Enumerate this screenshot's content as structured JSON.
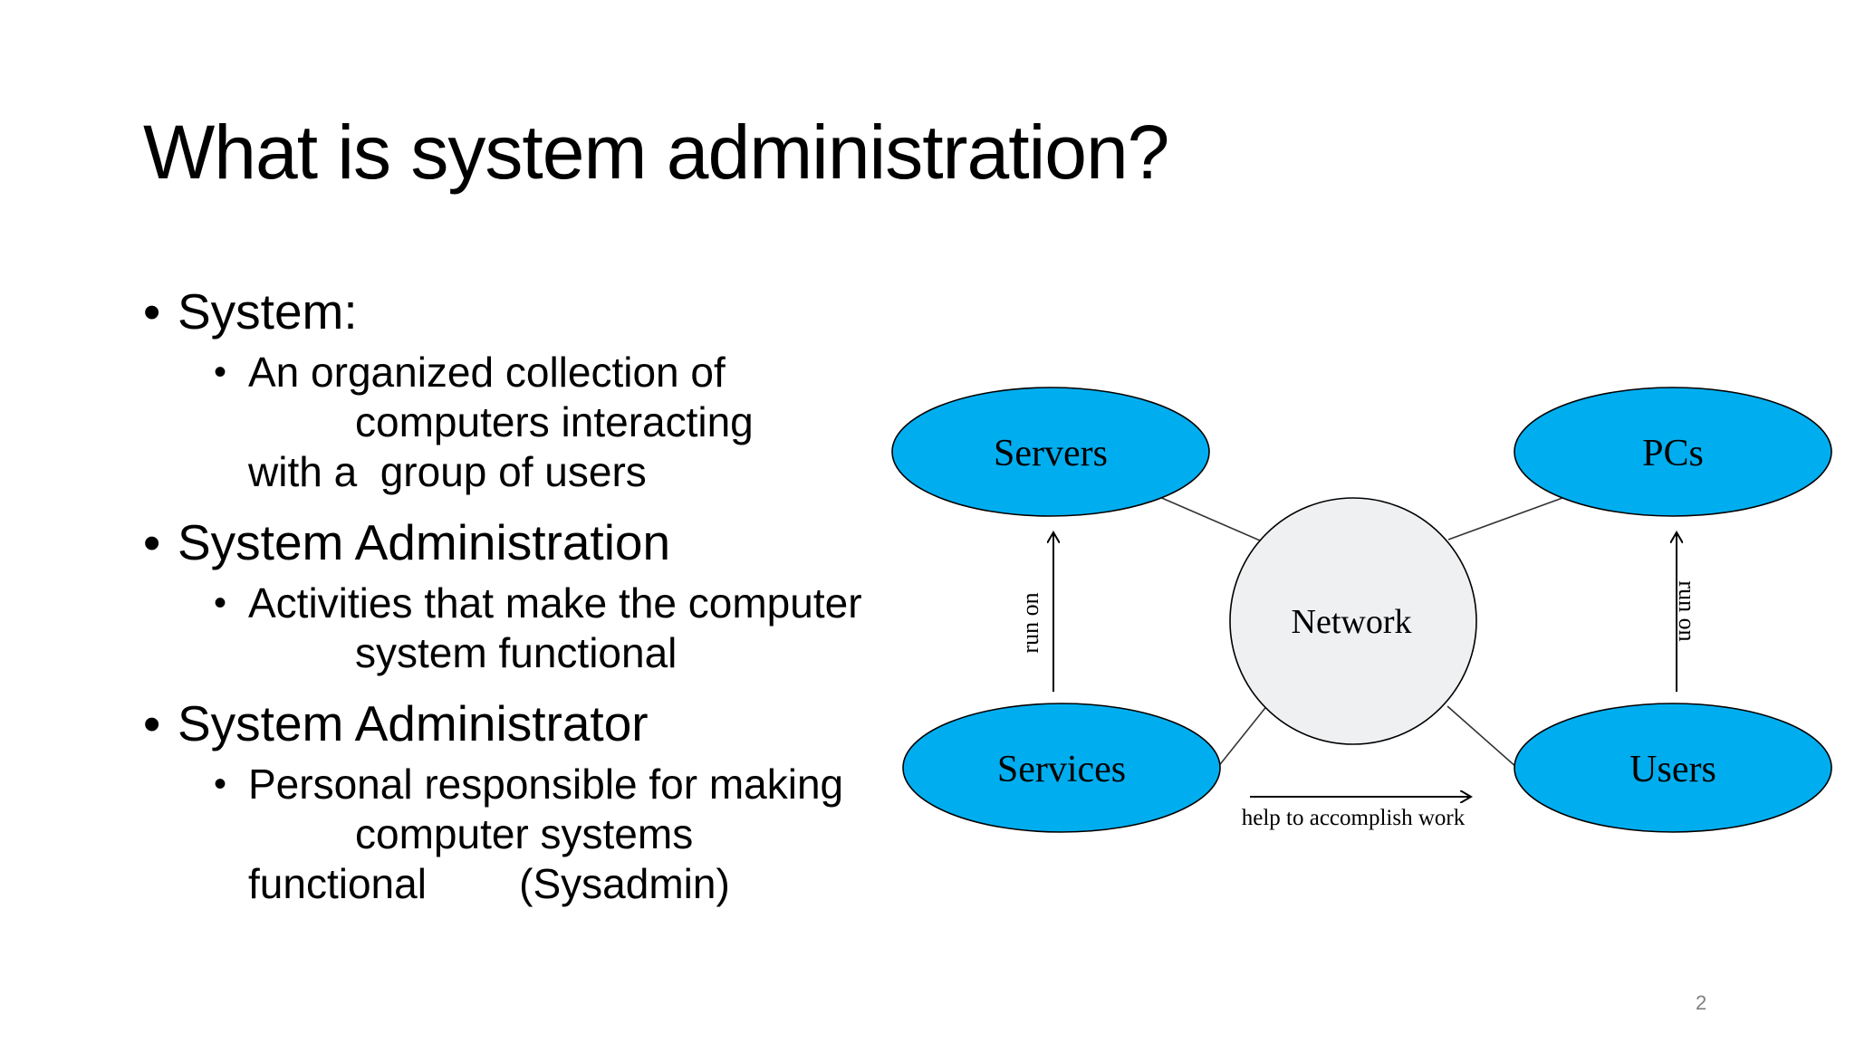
{
  "slide": {
    "title": "What is system administration?",
    "page_number": "2",
    "bullets": [
      {
        "heading": "System:",
        "sub": {
          "lines": [
            "An organized collection of",
            "computers interacting",
            "with a  group of users"
          ]
        }
      },
      {
        "heading": "System Administration",
        "sub": {
          "lines": [
            "Activities that make the computer",
            "system functional"
          ]
        }
      },
      {
        "heading": "System Administrator",
        "sub": {
          "lines": [
            "Personal responsible for making",
            "computer systems",
            "functional        (Sysadmin)"
          ]
        }
      }
    ]
  },
  "diagram": {
    "nodes": {
      "servers": "Servers",
      "pcs": "PCs",
      "network": "Network",
      "services": "Services",
      "users": "Users"
    },
    "edges": {
      "services_to_servers": "run on",
      "users_to_pcs": "run on",
      "services_to_users": "help to accomplish work"
    },
    "colors": {
      "ellipse_fill": "#00AEEF",
      "network_fill": "#EEF0F2",
      "stroke": "#000000"
    }
  }
}
